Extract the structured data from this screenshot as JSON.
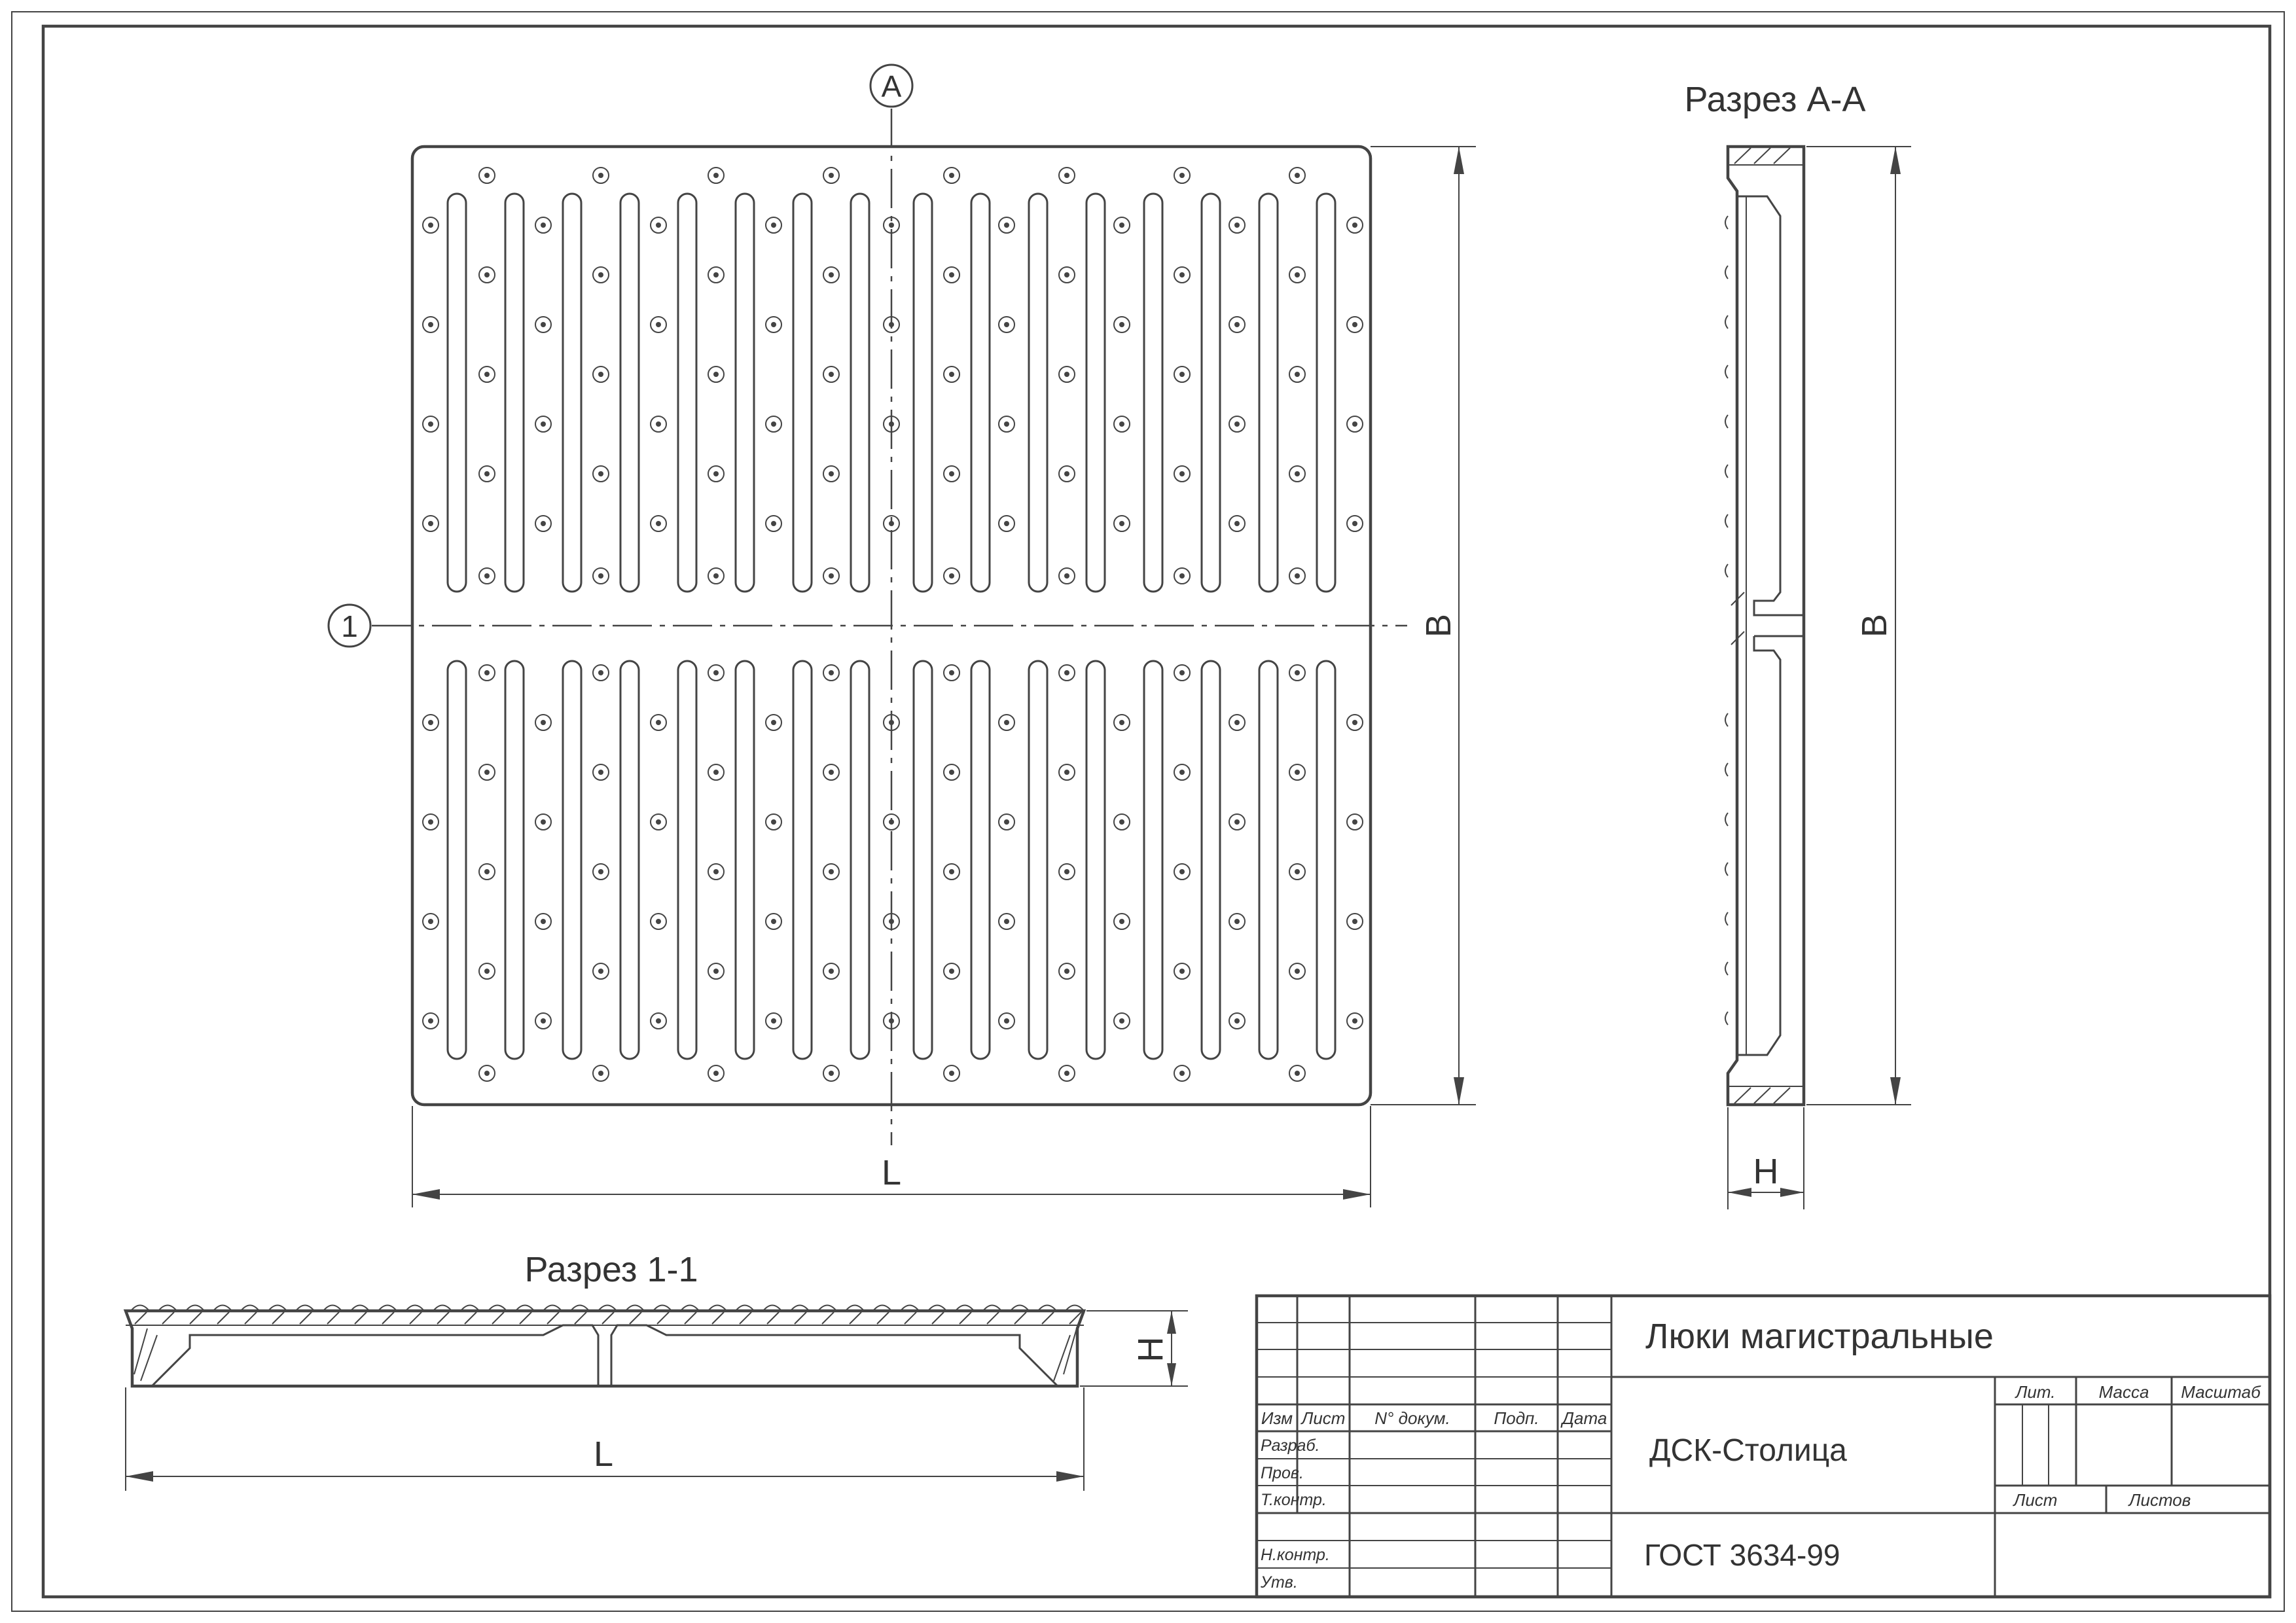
{
  "views": {
    "plan": {
      "axis_marker_top": "A",
      "axis_marker_left": "1",
      "dim_length": "L",
      "dim_width": "B"
    },
    "section_aa": {
      "title": "Разрез А-А",
      "dim_height": "H",
      "dim_width": "B"
    },
    "section_11": {
      "title": "Разрез 1-1",
      "dim_height": "H",
      "dim_length": "L"
    }
  },
  "title_block": {
    "name": "Люки магистральные",
    "organization": "ДСК-Столица",
    "standard": "ГОСТ 3634-99",
    "headers": {
      "izm": "Изм",
      "list": "Лист",
      "doc_no": "N° докум.",
      "sign": "Подп.",
      "date": "Дата",
      "lit": "Лит.",
      "mass": "Масса",
      "scale": "Масштаб",
      "sheet": "Лист",
      "sheets": "Листов"
    },
    "roles": {
      "developer": "Разраб.",
      "checker": "Пров.",
      "tech_control": "Т.контр.",
      "norm_control": "Н.контр.",
      "approved": "Утв."
    }
  }
}
